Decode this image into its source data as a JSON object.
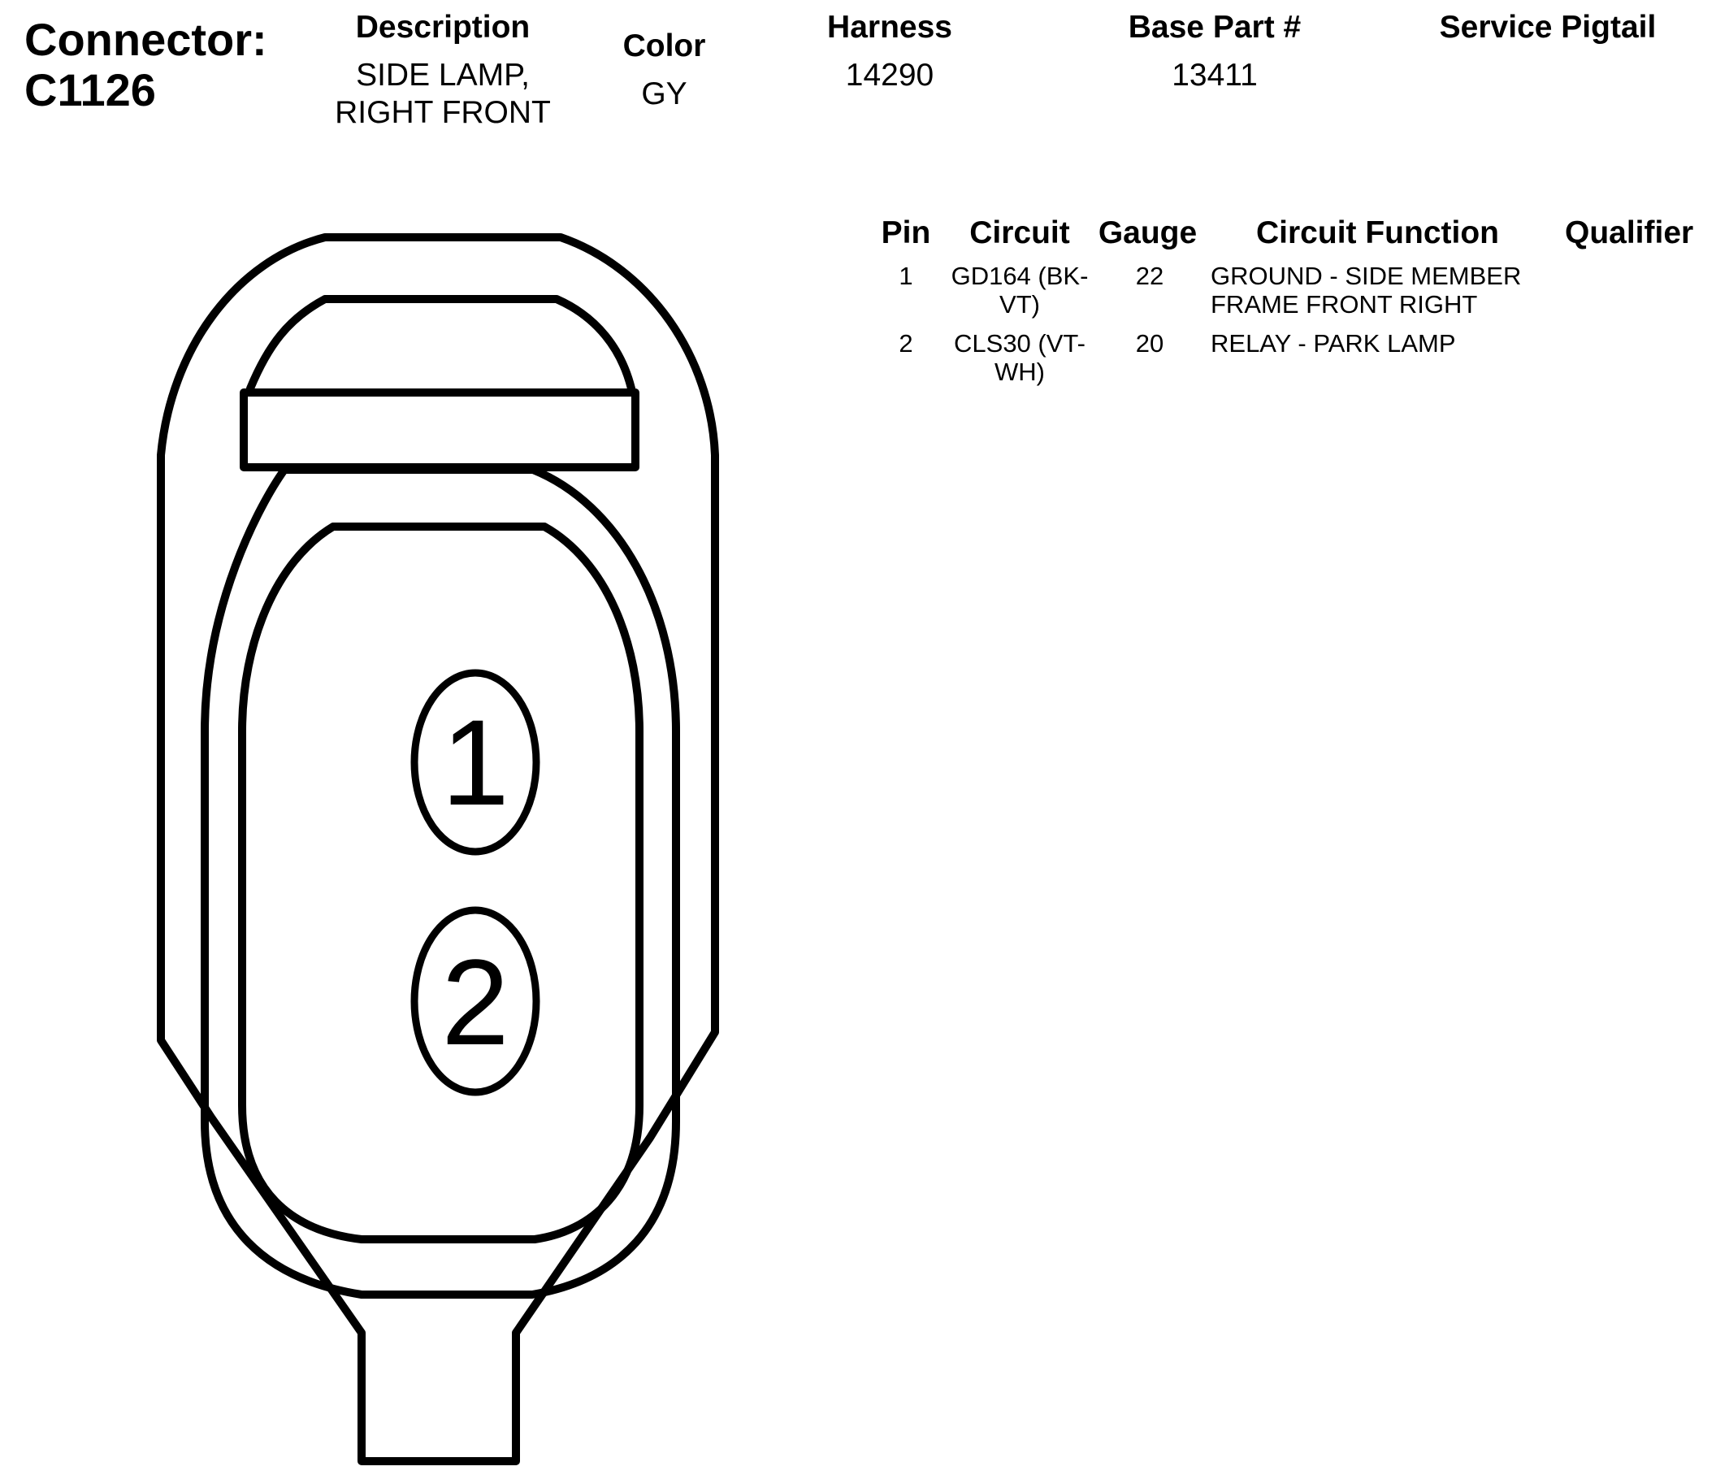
{
  "connector": {
    "label": "Connector:",
    "id": "C1126"
  },
  "header": {
    "description_label": "Description",
    "description_line1": "SIDE LAMP,",
    "description_line2": "RIGHT FRONT",
    "color_label": "Color",
    "color_value": "GY",
    "harness_label": "Harness",
    "harness_value": "14290",
    "base_part_label": "Base Part #",
    "base_part_value": "13411",
    "service_pigtail_label": "Service Pigtail"
  },
  "pin_table": {
    "columns": [
      "Pin",
      "Circuit",
      "Gauge",
      "Circuit Function",
      "Qualifier"
    ],
    "rows": [
      {
        "pin": "1",
        "circuit_line1": "GD164 (BK-",
        "circuit_line2": "VT)",
        "gauge": "22",
        "function_line1": "GROUND - SIDE MEMBER",
        "function_line2": "FRAME FRONT RIGHT",
        "qualifier": ""
      },
      {
        "pin": "2",
        "circuit_line1": "CLS30 (VT-",
        "circuit_line2": "WH)",
        "gauge": "20",
        "function_line1": "RELAY - PARK LAMP",
        "function_line2": "",
        "qualifier": ""
      }
    ]
  },
  "diagram": {
    "pin_labels": [
      "1",
      "2"
    ],
    "stroke_color": "#000000",
    "background_color": "#ffffff"
  }
}
